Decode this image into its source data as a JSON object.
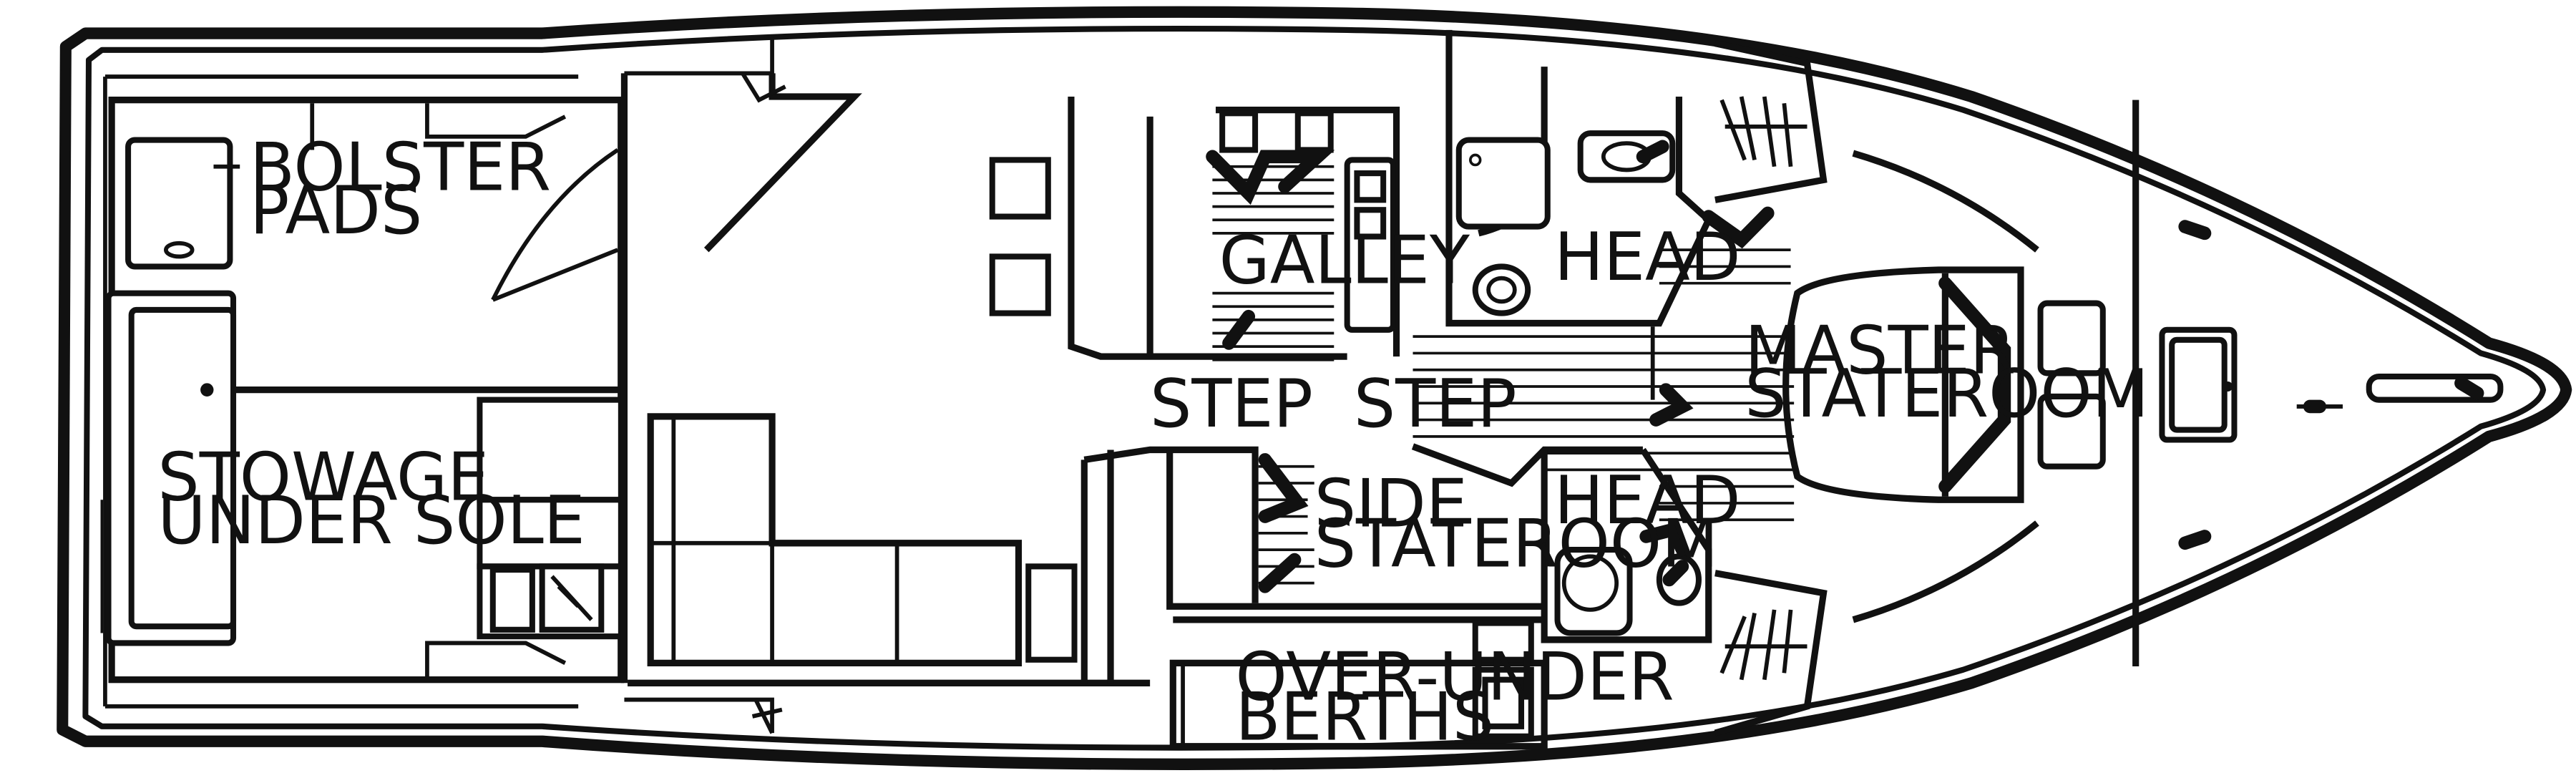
{
  "labels": {
    "bolster_line1": "BOLSTER",
    "bolster_line2": "PADS",
    "stowage_line1": "STOWAGE",
    "stowage_line2": "UNDER SOLE",
    "galley": "GALLEY",
    "head_fwd": "HEAD",
    "master_line1": "MASTER",
    "master_line2": "STATEROOM",
    "step_1": "STEP",
    "step_2": "STEP",
    "side_line1": "SIDE",
    "side_line2": "STATEROOM",
    "head_aft": "HEAD",
    "berths_line1": "OVER-UNDER",
    "berths_line2": "BERTHS"
  },
  "colors": {
    "line": "#111111",
    "background": "#ffffff"
  }
}
